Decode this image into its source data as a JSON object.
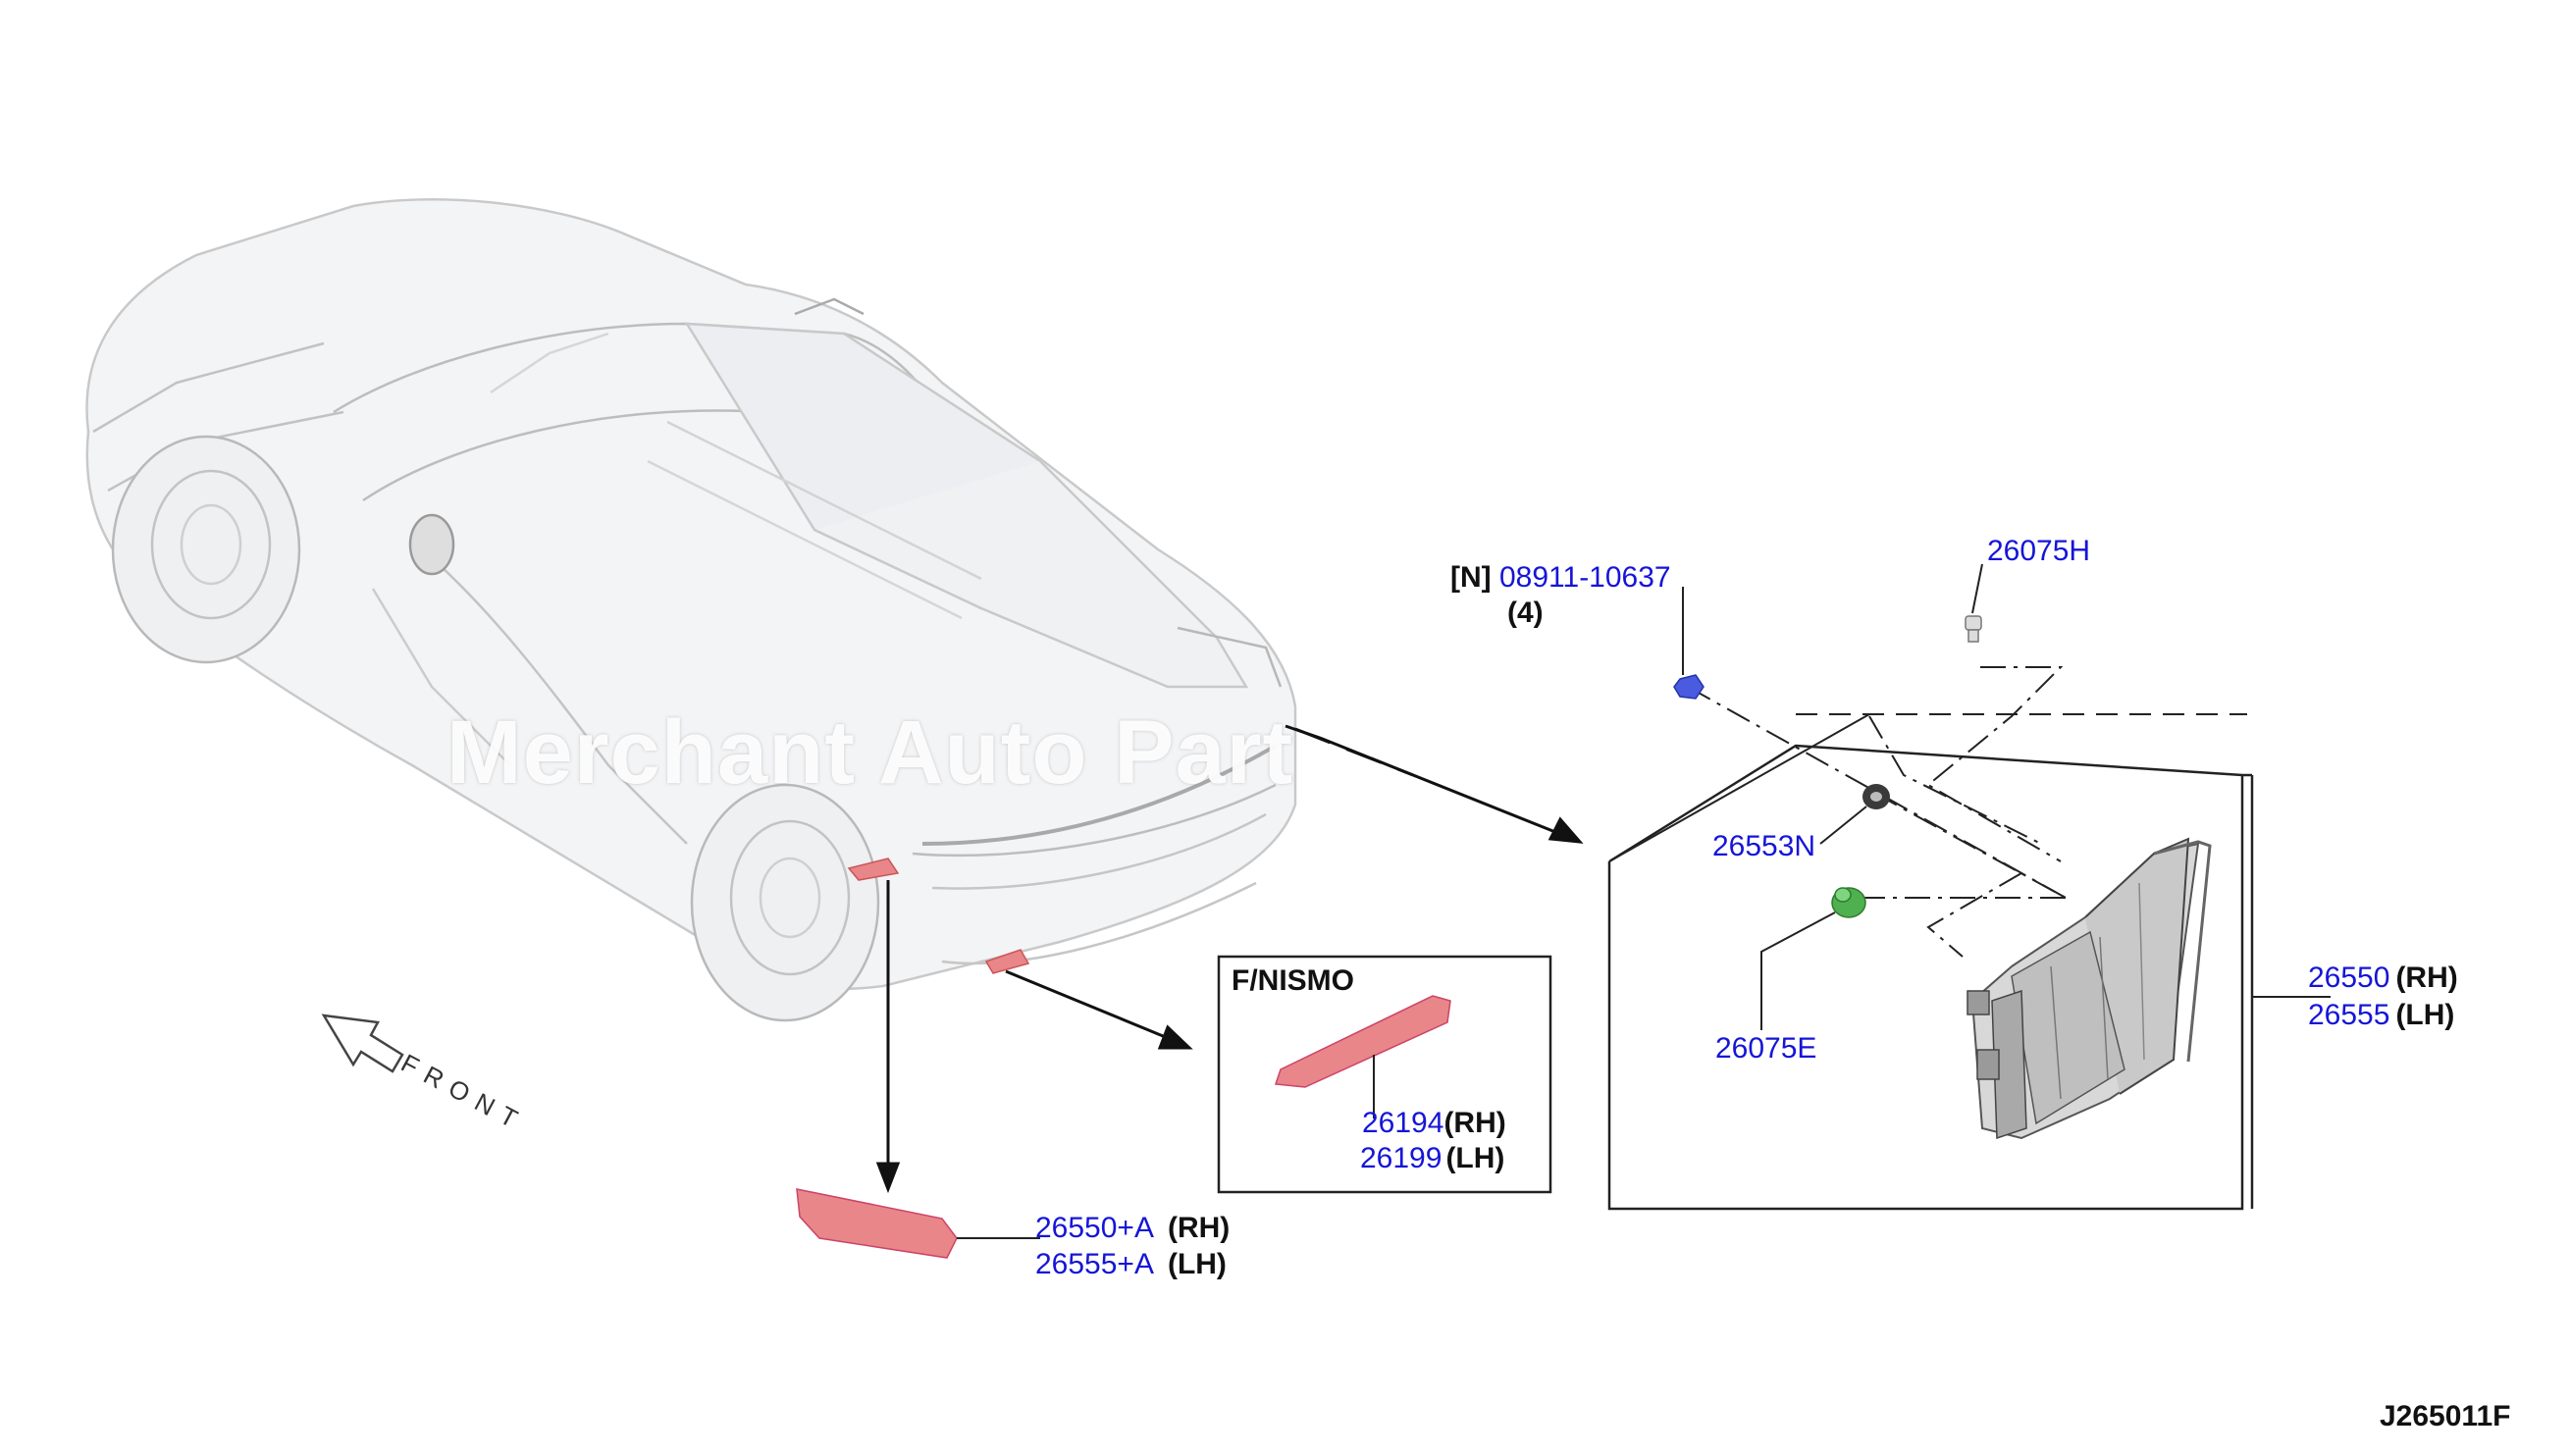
{
  "diagram_id": "J265011F",
  "watermark": "Merchant Auto Part",
  "front_label": "FRONT",
  "inset_label": "F/NISMO",
  "callouts": {
    "bolt": {
      "prefix": "[N]",
      "part": "08911-10637",
      "qty": "(4)"
    },
    "clip_h": {
      "part": "26075H"
    },
    "grommet": {
      "part": "26553N"
    },
    "clip_e": {
      "part": "26075E"
    },
    "lamp_rh": {
      "part": "26550",
      "side": "(RH)"
    },
    "lamp_lh": {
      "part": "26555",
      "side": "(LH)"
    },
    "nismo_rh": {
      "part": "26194",
      "side": "(RH)"
    },
    "nismo_lh": {
      "part": "26199",
      "side": "(LH)"
    },
    "reflector_rh": {
      "part": "26550+A",
      "side": "(RH)"
    },
    "reflector_lh": {
      "part": "26555+A",
      "side": "(LH)"
    }
  },
  "colors": {
    "part_number": "#1515d8",
    "line": "#111111",
    "reflector": "#e8868a",
    "bolt": "#4a5be0",
    "clip_e": "#4fb04f"
  }
}
